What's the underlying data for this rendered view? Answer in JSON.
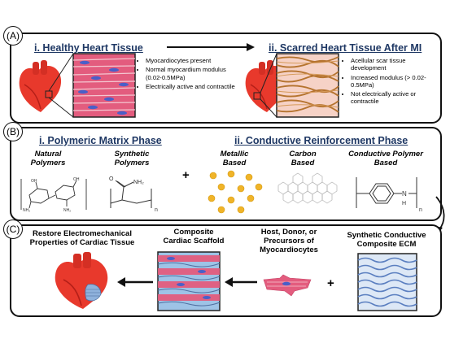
{
  "panel_a": {
    "letter": "(A)",
    "title_i": "i. Healthy Heart Tissue",
    "title_ii": "ii. Scarred Heart Tissue After MI",
    "healthy_bullets": [
      "Myocardiocytes present",
      "Normal myocardium modulus (0.02-0.5MPa)",
      "Electrically active and contractile"
    ],
    "scarred_bullets": [
      "Acellular scar tissue development",
      "Increased modulus (> 0.02-0.5MPa)",
      "Not electrically active or contractile"
    ]
  },
  "panel_b": {
    "letter": "(B)",
    "title_i": "i. Polymeric Matrix Phase",
    "title_ii": "ii. Conductive Reinforcement Phase",
    "natural": "Natural Polymers",
    "synthetic": "Synthetic Polymers",
    "metallic": "Metallic Based",
    "carbon": "Carbon Based",
    "conductive": "Conductive Polymer Based",
    "plus": "+",
    "chem_o": "O",
    "chem_nh2": "NH₂",
    "chem_oh": "OH",
    "chem_n_sub": "n",
    "chem_h": "H",
    "chem_n": "N"
  },
  "panel_c": {
    "letter": "(C)",
    "restore": "Restore Electromechanical Properties of Cardiac Tissue",
    "composite": "Composite Cardiac Scaffold",
    "host": "Host, Donor, or Precursors of Myocardiocytes",
    "synthetic_ecm": "Synthetic Conductive Composite ECM",
    "plus": "+"
  },
  "colors": {
    "heart": "#e8392c",
    "heart_dark": "#b51f18",
    "muscle": "#e05a7a",
    "nucleus": "#4a5fc8",
    "scar": "#b5732e",
    "scar_bg": "#f6d2c6",
    "gold": "#f0b429",
    "ecm": "#5b7fc0"
  }
}
